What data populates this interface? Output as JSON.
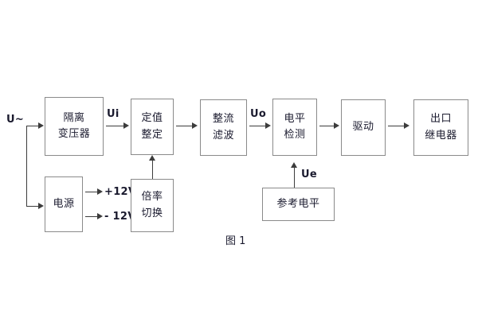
{
  "figure": {
    "caption": "图 1",
    "input_label": "U~",
    "signal_labels": {
      "ui": "Ui",
      "uo": "Uo",
      "ue": "Ue",
      "plus12v": "+12V",
      "minus12v": "- 12V"
    },
    "colors": {
      "box_border": "#8a8a8a",
      "line": "#3c3c3c",
      "text": "#1a1a2e",
      "background": "#ffffff"
    },
    "blocks": [
      {
        "id": "isolation-transformer",
        "line1": "隔离",
        "line2": "变压器"
      },
      {
        "id": "power-supply",
        "line1": "电源",
        "line2": ""
      },
      {
        "id": "setting-value",
        "line1": "定值",
        "line2": "整定"
      },
      {
        "id": "multiplier-switch",
        "line1": "倍率",
        "line2": "切换"
      },
      {
        "id": "rectify-filter",
        "line1": "整流",
        "line2": "滤波"
      },
      {
        "id": "level-detection",
        "line1": "电平",
        "line2": "检测"
      },
      {
        "id": "reference-level",
        "line1": "参考电平",
        "line2": ""
      },
      {
        "id": "driver",
        "line1": "驱动",
        "line2": ""
      },
      {
        "id": "output-relay",
        "line1": "出口",
        "line2": "继电器"
      }
    ]
  }
}
